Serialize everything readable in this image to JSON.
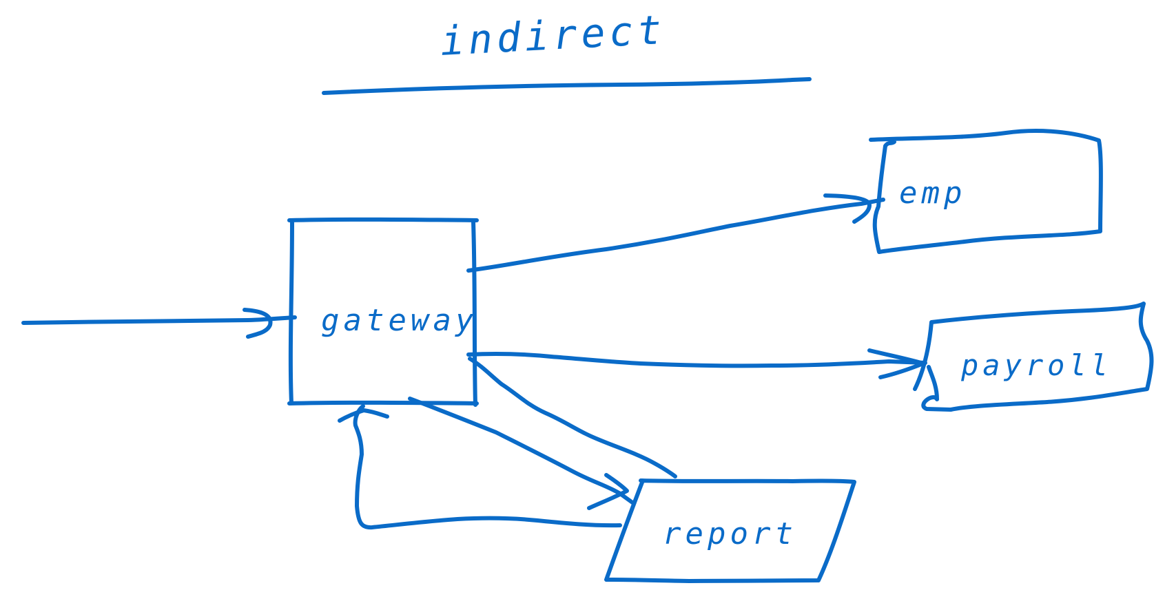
{
  "diagram": {
    "title": "indirect",
    "ink_color": "#0a6bc8",
    "background": "#ffffff",
    "nodes": {
      "gateway": {
        "label": "gateway",
        "shape": "rectangle"
      },
      "emp": {
        "label": "emp",
        "shape": "rectangle"
      },
      "payroll": {
        "label": "payroll",
        "shape": "rounded-rectangle"
      },
      "report": {
        "label": "report",
        "shape": "parallelogram"
      }
    },
    "edges": [
      {
        "from": "external",
        "to": "gateway"
      },
      {
        "from": "gateway",
        "to": "emp"
      },
      {
        "from": "gateway",
        "to": "payroll"
      },
      {
        "from": "gateway",
        "to": "report"
      },
      {
        "from": "report",
        "to": "gateway"
      }
    ]
  }
}
